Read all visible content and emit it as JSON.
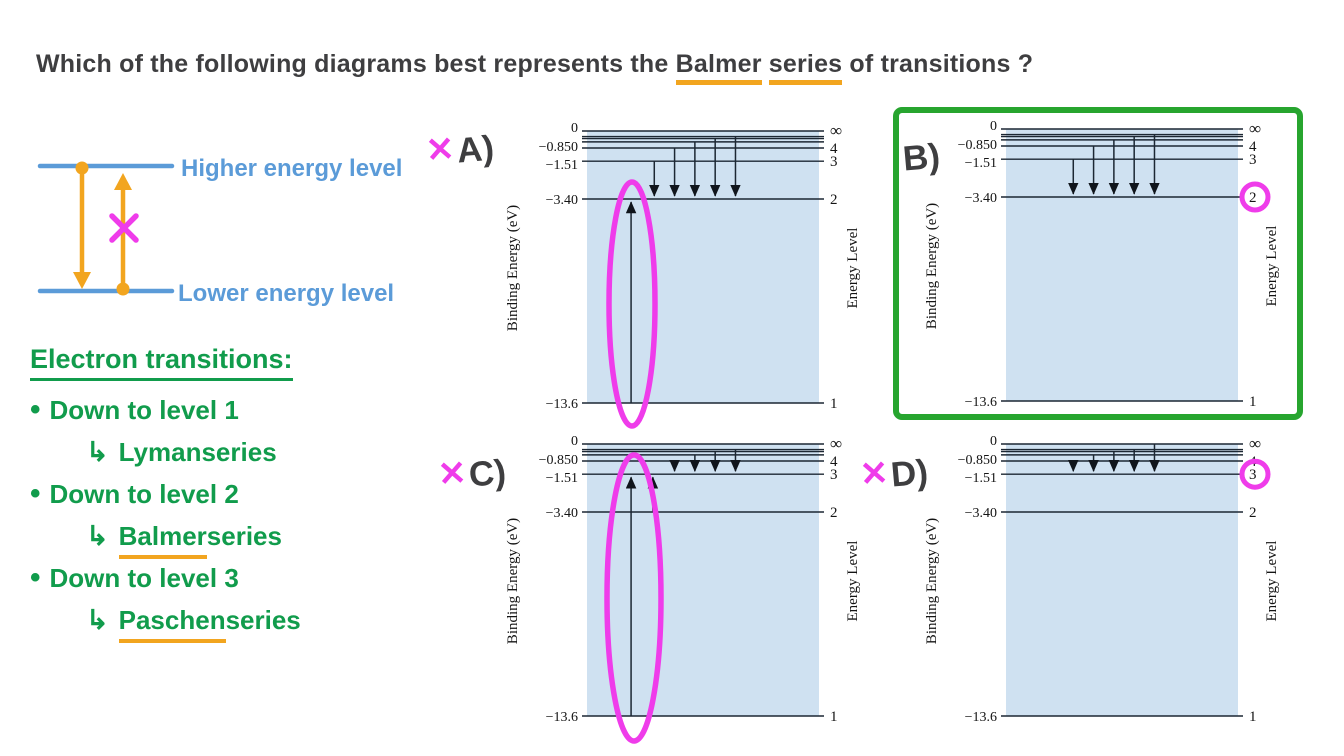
{
  "question": {
    "seg1": "Which of the following diagrams best represents the ",
    "seg2": "Balmer",
    "seg3": " ",
    "seg4": "series",
    "seg5": " of transitions ?"
  },
  "legend": {
    "higher_label": "Higher energy level",
    "lower_label": "Lower energy level"
  },
  "notes": {
    "heading": "Electron transitions:",
    "bullet_glyph": "•",
    "arrow_glyph": "↳",
    "items": [
      {
        "text": "Down to level 1",
        "series": "Lyman",
        "rest": " series"
      },
      {
        "text": "Down to level 2",
        "series": "Balmer",
        "rest": " series"
      },
      {
        "text": "Down to level 3",
        "series": "Paschen",
        "rest": " series"
      }
    ]
  },
  "marks": {
    "wrong_glyph": "✕"
  },
  "colors": {
    "ink": "#3e3e40",
    "accent_blue": "#5b9bd8",
    "accent_orange": "#f2a51f",
    "accent_green": "#119c4c",
    "box_green": "#27a52f",
    "magenta": "#ef3cea",
    "plot_bg": "#cfe1f1",
    "line": "#1c2733"
  },
  "chart_data": {
    "type": "energy-level-diagram",
    "ylabel": "Binding Energy (eV)",
    "right_axis_label": "Energy Level",
    "y_units": "eV",
    "levels": [
      {
        "n": "∞",
        "E": 0,
        "tick": "0",
        "right_label": "∞"
      },
      {
        "n": "7",
        "E": -0.278
      },
      {
        "n": "6",
        "E": -0.378
      },
      {
        "n": "5",
        "E": -0.544
      },
      {
        "n": "4",
        "E": -0.85,
        "tick": "−0.850",
        "right_label": "4"
      },
      {
        "n": "3",
        "E": -1.51,
        "tick": "−1.51",
        "right_label": "3"
      },
      {
        "n": "2",
        "E": -3.4,
        "tick": "−3.40",
        "right_label": "2"
      },
      {
        "n": "1",
        "E": -13.6,
        "tick": "−13.6",
        "right_label": "1"
      }
    ],
    "diagrams": [
      {
        "label": "A)",
        "marked_wrong": true,
        "enclosed_correct": false,
        "down_transitions": [
          [
            "3",
            "2"
          ],
          [
            "4",
            "2"
          ],
          [
            "5",
            "2"
          ],
          [
            "6",
            "2"
          ],
          [
            "7",
            "2"
          ]
        ],
        "up_transitions": [
          [
            "1",
            "2"
          ]
        ],
        "annotation_ellipse": true,
        "circled_right_label": null
      },
      {
        "label": "B)",
        "marked_wrong": false,
        "enclosed_correct": true,
        "down_transitions": [
          [
            "3",
            "2"
          ],
          [
            "4",
            "2"
          ],
          [
            "5",
            "2"
          ],
          [
            "6",
            "2"
          ],
          [
            "7",
            "2"
          ]
        ],
        "up_transitions": [],
        "annotation_ellipse": false,
        "circled_right_label": "2"
      },
      {
        "label": "C)",
        "marked_wrong": true,
        "enclosed_correct": false,
        "down_transitions": [
          [
            "4",
            "3"
          ],
          [
            "5",
            "3"
          ],
          [
            "6",
            "3"
          ],
          [
            "7",
            "3"
          ]
        ],
        "up_transitions": [
          [
            "1",
            "3"
          ],
          [
            "2",
            "3"
          ]
        ],
        "annotation_ellipse": true,
        "circled_right_label": null
      },
      {
        "label": "D)",
        "marked_wrong": true,
        "enclosed_correct": false,
        "down_transitions": [
          [
            "4",
            "3"
          ],
          [
            "5",
            "3"
          ],
          [
            "6",
            "3"
          ],
          [
            "7",
            "3"
          ],
          [
            "∞",
            "3"
          ]
        ],
        "up_transitions": [],
        "annotation_ellipse": false,
        "circled_right_label": "3"
      }
    ]
  }
}
